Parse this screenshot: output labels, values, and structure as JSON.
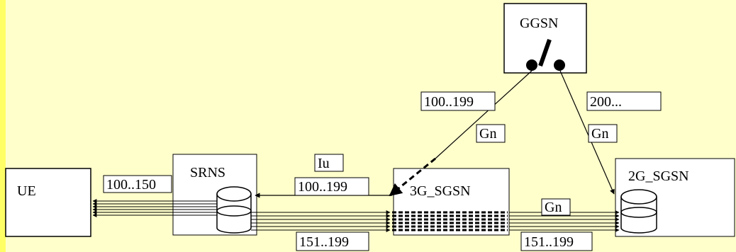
{
  "diagram": {
    "nodes": {
      "ue": "UE",
      "srns": "SRNS",
      "sgsn3g": "3G_SGSN",
      "sgsn2g": "2G_SGSN",
      "ggsn": "GGSN"
    },
    "labels": {
      "ue_srns_range": "100..150",
      "iu_interface": "Iu",
      "srns_3g_range": "100..199",
      "srns_3g_bottom_range": "151..199",
      "gn_3g_2g": "Gn",
      "sgsn3g_2g_bottom_range": "151..199",
      "ggsn_3g_range": "100..199",
      "ggsn_3g_interface": "Gn",
      "ggsn_2g_range": "200...",
      "ggsn_2g_interface": "Gn"
    },
    "colors": {
      "background": "#ffffcc",
      "border_accent": "#ffff66",
      "stroke": "#000000",
      "box_fill": "#ffffff"
    }
  }
}
